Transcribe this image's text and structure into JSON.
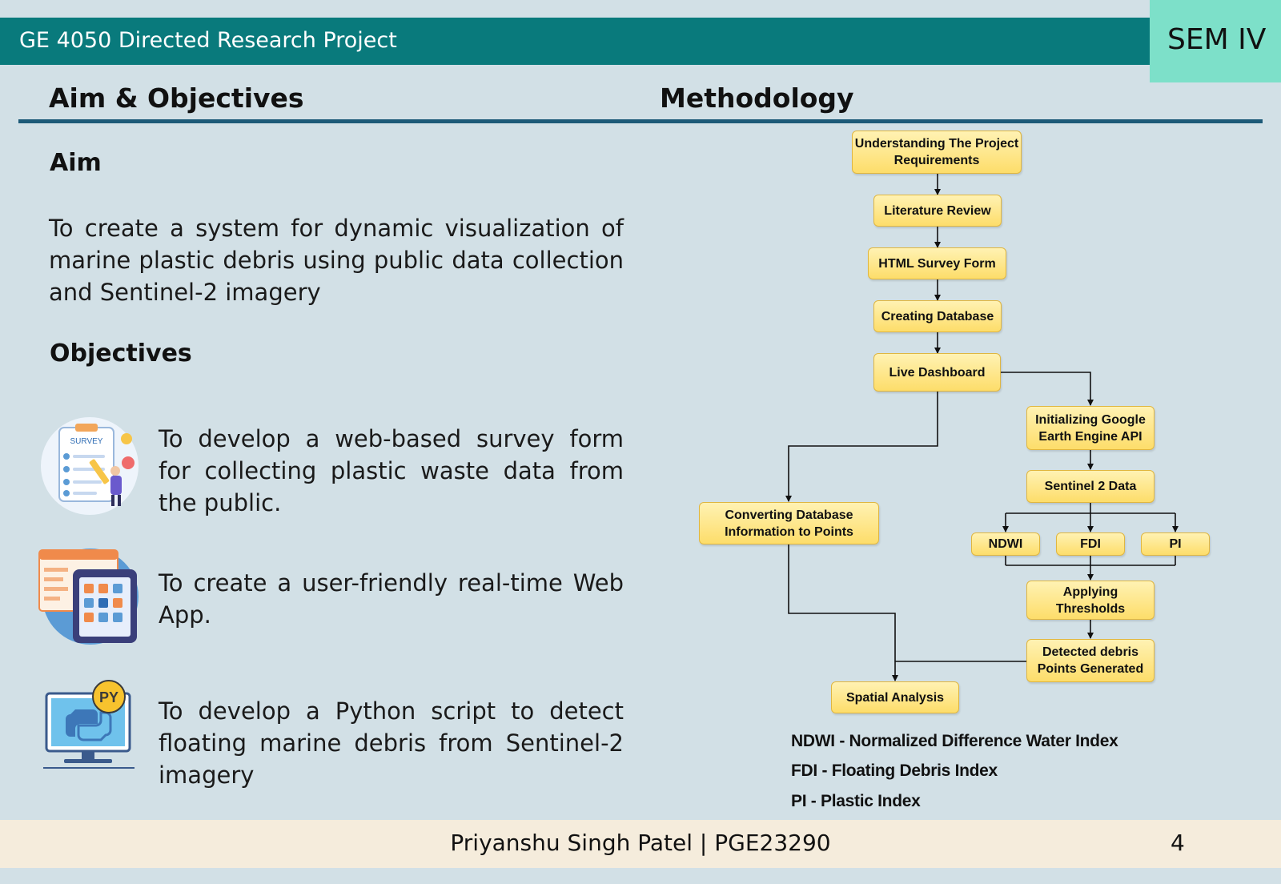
{
  "header": {
    "title": "GE 4050 Directed Research Project",
    "badge": "SEM IV"
  },
  "left": {
    "heading": "Aim & Objectives",
    "aim_heading": "Aim",
    "aim_text": "To create a system for dynamic visualization of marine plastic debris using public data collection and Sentinel-2 imagery",
    "objectives_heading": "Objectives",
    "objectives": [
      {
        "icon": "survey-form-icon",
        "icon_label": "SURVEY",
        "text": "To develop a web-based survey form for collecting plastic waste data from the public."
      },
      {
        "icon": "web-app-icon",
        "text": "To create a user-friendly real-time Web App."
      },
      {
        "icon": "python-monitor-icon",
        "icon_label": "PY",
        "text": "To develop a Python script to detect floating marine debris from Sentinel-2 imagery"
      }
    ]
  },
  "right": {
    "heading": "Methodology",
    "flow": {
      "nodes": {
        "understanding": "Understanding The Project Requirements",
        "literature": "Literature Review",
        "survey_form": "HTML Survey Form",
        "database": "Creating Database",
        "dashboard": "Live Dashboard",
        "gee": "Initializing Google Earth Engine API",
        "sentinel": "Sentinel 2 Data",
        "converting": "Converting Database Information to Points",
        "ndwi": "NDWI",
        "fdi": "FDI",
        "pi": "PI",
        "thresholds": "Applying Thresholds",
        "detected": "Detected debris Points Generated",
        "spatial": "Spatial Analysis"
      },
      "edges": [
        [
          "understanding",
          "literature"
        ],
        [
          "literature",
          "survey_form"
        ],
        [
          "survey_form",
          "database"
        ],
        [
          "database",
          "dashboard"
        ],
        [
          "dashboard",
          "gee"
        ],
        [
          "dashboard",
          "converting"
        ],
        [
          "gee",
          "sentinel"
        ],
        [
          "sentinel",
          "ndwi"
        ],
        [
          "sentinel",
          "fdi"
        ],
        [
          "sentinel",
          "pi"
        ],
        [
          "ndwi",
          "thresholds"
        ],
        [
          "fdi",
          "thresholds"
        ],
        [
          "pi",
          "thresholds"
        ],
        [
          "thresholds",
          "detected"
        ],
        [
          "detected",
          "spatial"
        ],
        [
          "converting",
          "spatial"
        ]
      ]
    },
    "legend": [
      "NDWI - Normalized Difference Water Index",
      "FDI - Floating Debris Index",
      "PI - Plastic Index"
    ]
  },
  "footer": {
    "author": "Priyanshu Singh Patel | PGE23290",
    "page": "4"
  },
  "colors": {
    "background": "#d2e0e6",
    "header": "#097a7c",
    "badge": "#7de0c9",
    "rule": "#1d5a78",
    "node_fill": "#fddd6a",
    "footer": "#f5ecdc"
  }
}
